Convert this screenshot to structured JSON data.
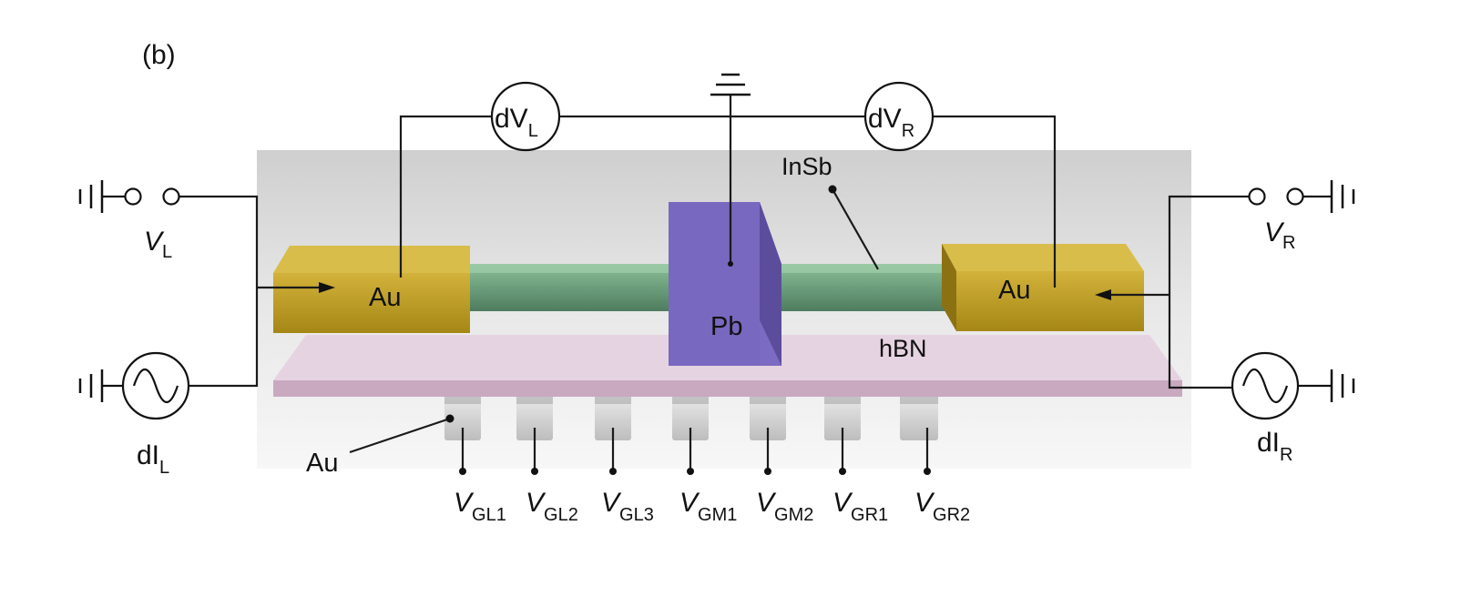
{
  "panel_label": "(b)",
  "materials": {
    "au_left": "Au",
    "au_right": "Au",
    "au_gates": "Au",
    "pb": "Pb",
    "insb": "InSb",
    "hbn": "hBN"
  },
  "meters": {
    "left": {
      "base": "dV",
      "sub": "L"
    },
    "right": {
      "base": "dV",
      "sub": "R"
    }
  },
  "sources": {
    "vl": {
      "base": "V",
      "sub": "L"
    },
    "vr": {
      "base": "V",
      "sub": "R"
    },
    "dil": {
      "base": "dI",
      "sub": "L"
    },
    "dir": {
      "base": "dI",
      "sub": "R"
    }
  },
  "gates": [
    {
      "base": "V",
      "sub": "GL1"
    },
    {
      "base": "V",
      "sub": "GL2"
    },
    {
      "base": "V",
      "sub": "GL3"
    },
    {
      "base": "V",
      "sub": "GM1"
    },
    {
      "base": "V",
      "sub": "GM2"
    },
    {
      "base": "V",
      "sub": "GR1"
    },
    {
      "base": "V",
      "sub": "GR2"
    }
  ],
  "colors": {
    "gold": "#b9981e",
    "pb": "#7b6bc2",
    "insb": "#6fa07f",
    "hbn": "#d6bcd0",
    "gate": "#d7d7d7"
  }
}
